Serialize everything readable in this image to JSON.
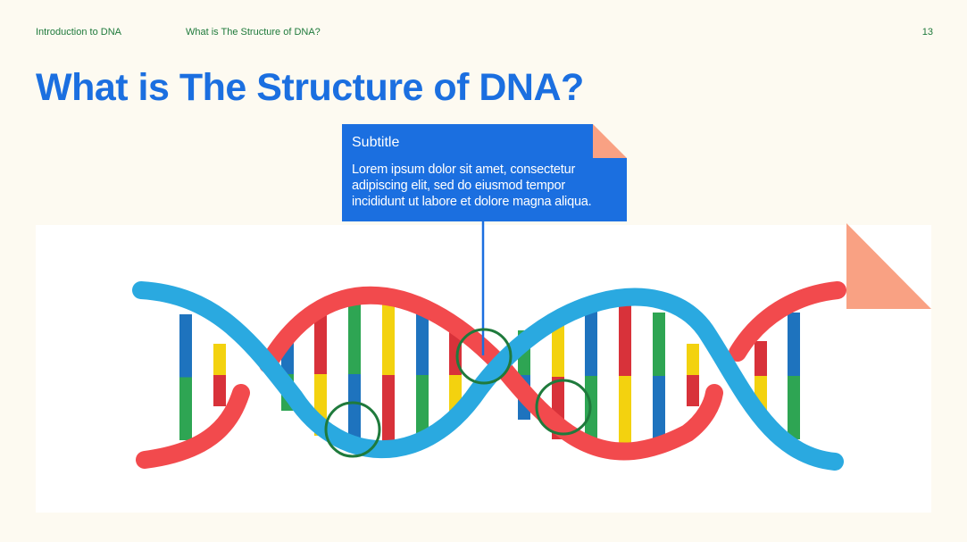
{
  "nav": {
    "section": "Introduction to DNA",
    "topic": "What is The Structure of DNA?",
    "page_number": "13"
  },
  "title": "What is The Structure of DNA?",
  "callout": {
    "heading": "Subtitle",
    "body": "Lorem ipsum dolor sit amet, consectetur adipiscing elit, sed do eiusmod tempor incididunt ut labore et dolore magna aliqua."
  },
  "colors": {
    "accent_blue": "#1b6fe0",
    "strand_blue": "#2aa9e0",
    "strand_red": "#f24a4d",
    "rung_blue": "#1e73be",
    "rung_yellow": "#f3d20f",
    "rung_red": "#d8323a",
    "rung_green": "#2ea553",
    "highlight_green": "#1f7a3c",
    "salmon": "#f9a183"
  }
}
